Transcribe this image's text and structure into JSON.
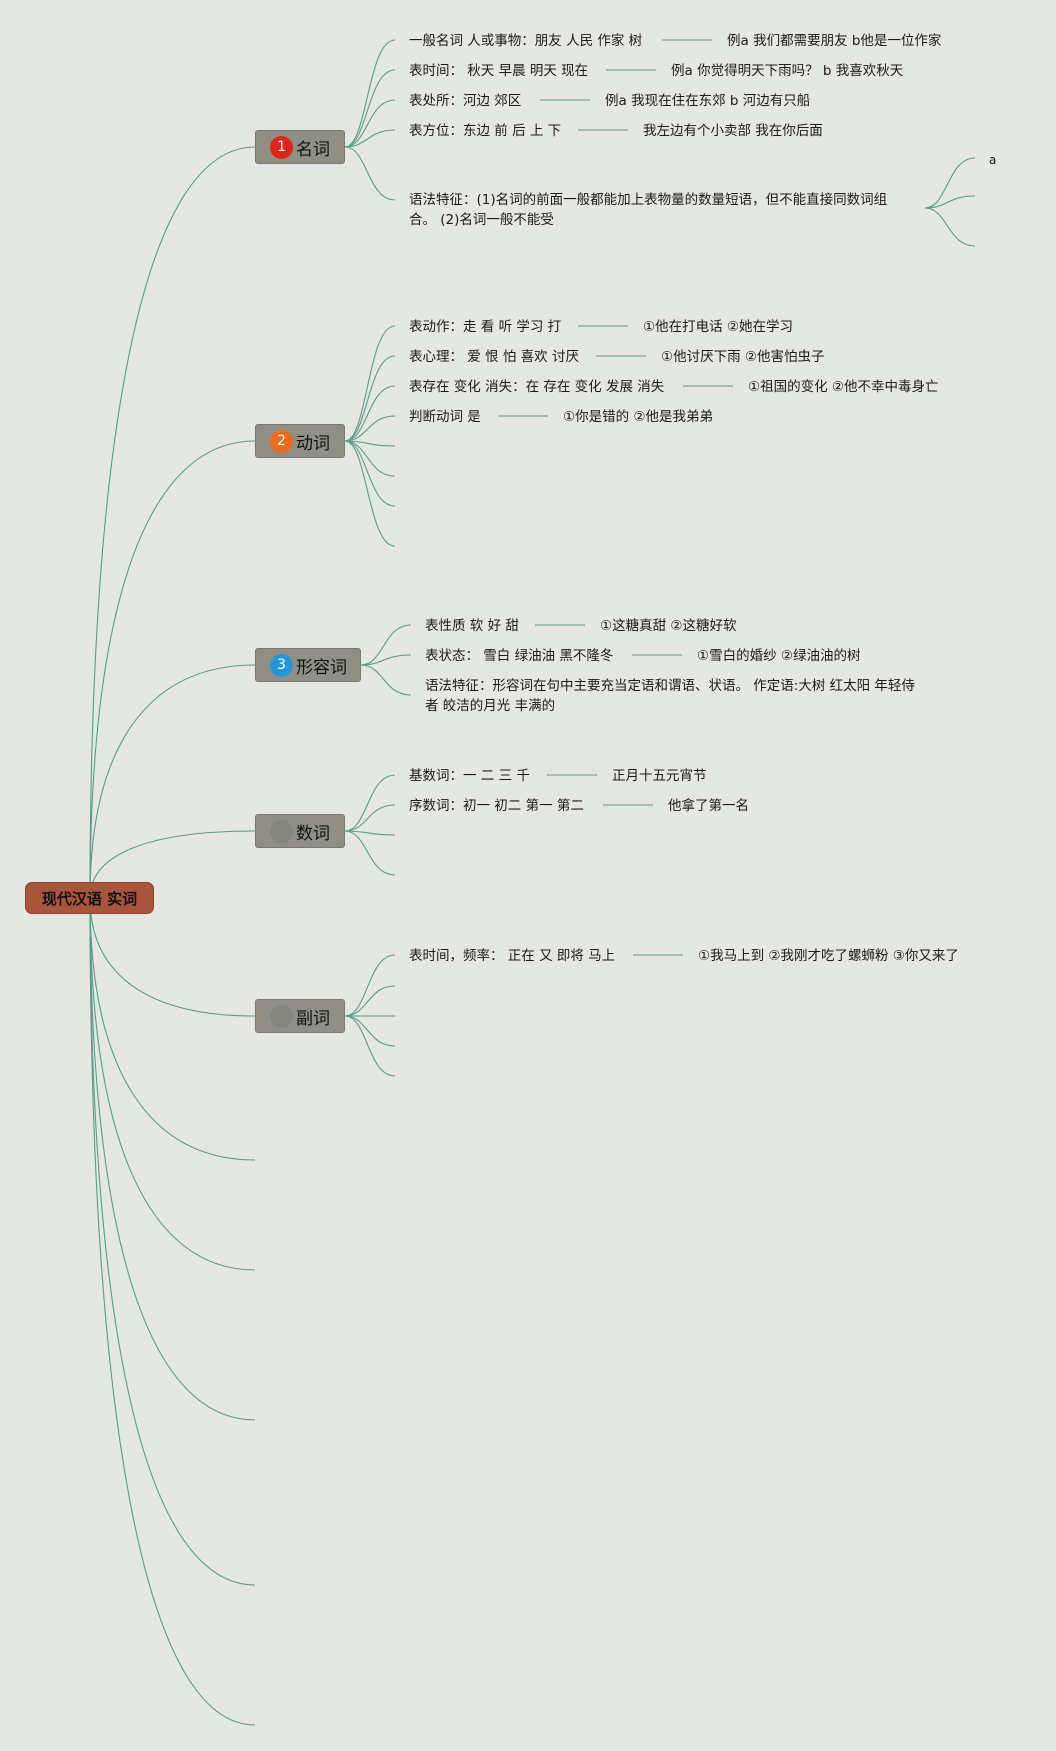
{
  "root": {
    "label": "现代汉语 实词"
  },
  "branches": [
    {
      "label": "名词",
      "badge": "1",
      "badge_color": "#e0241b"
    },
    {
      "label": "动词",
      "badge": "2",
      "badge_color": "#ef6a1d"
    },
    {
      "label": "形容词",
      "badge": "3",
      "badge_color": "#2496d8"
    },
    {
      "label": "数词",
      "badge": "",
      "badge_color": "#85857f"
    },
    {
      "label": "副词",
      "badge": "",
      "badge_color": "#85857f"
    }
  ],
  "noun": {
    "items": [
      {
        "text": "一般名词 人或事物：朋友 人民 作家 树",
        "example": "例a 我们都需要朋友 b他是一位作家"
      },
      {
        "text": "表时间： 秋天 早晨 明天 现在",
        "example": "例a 你觉得明天下雨吗？ b 我喜欢秋天"
      },
      {
        "text": "表处所：河边 郊区",
        "example": "例a 我现在住在东郊 b 河边有只船"
      },
      {
        "text": "表方位：东边 前 后 上 下",
        "example": "我左边有个小卖部 我在你后面"
      }
    ],
    "grammar": "语法特征：(1)名词的前面一般都能加上表物量的数量短语，但不能直接同数词组合。 (2)名词一般不能受",
    "grammar_sub": "a"
  },
  "verb": {
    "items": [
      {
        "text": "表动作：走 看 听 学习 打",
        "example": "①他在打电话 ②她在学习"
      },
      {
        "text": "表心理： 爱 恨 怕 喜欢 讨厌",
        "example": "①他讨厌下雨 ②他害怕虫子"
      },
      {
        "text": "表存在 变化 消失：在 存在 变化 发展 消失",
        "example": "①祖国的变化 ②他不幸中毒身亡"
      },
      {
        "text": "判断动词 是",
        "example": "①你是错的 ②他是我弟弟"
      }
    ]
  },
  "adjective": {
    "items": [
      {
        "text": "表性质 软 好 甜",
        "example": "①这糖真甜 ②这糖好软"
      },
      {
        "text": "表状态： 雪白 绿油油 黑不隆冬",
        "example": "①雪白的婚纱 ②绿油油的树"
      }
    ],
    "grammar": "语法特征：形容词在句中主要充当定语和谓语、状语。 作定语:大树 红太阳 年轻侍者 皎洁的月光 丰满的"
  },
  "numeral": {
    "items": [
      {
        "text": "基数词：一 二 三 千",
        "example": "正月十五元宵节"
      },
      {
        "text": "序数词：初一 初二 第一 第二",
        "example": "他拿了第一名"
      }
    ]
  },
  "adverb": {
    "items": [
      {
        "text": "表时间，频率： 正在 又 即将 马上",
        "example": "①我马上到 ②我刚才吃了螺蛳粉 ③你又来了"
      }
    ]
  },
  "colors": {
    "link": "#5a9c88",
    "root_bg": "#a9553c",
    "branch_bg": "#8f8f86",
    "background": "#e5e7e3"
  }
}
